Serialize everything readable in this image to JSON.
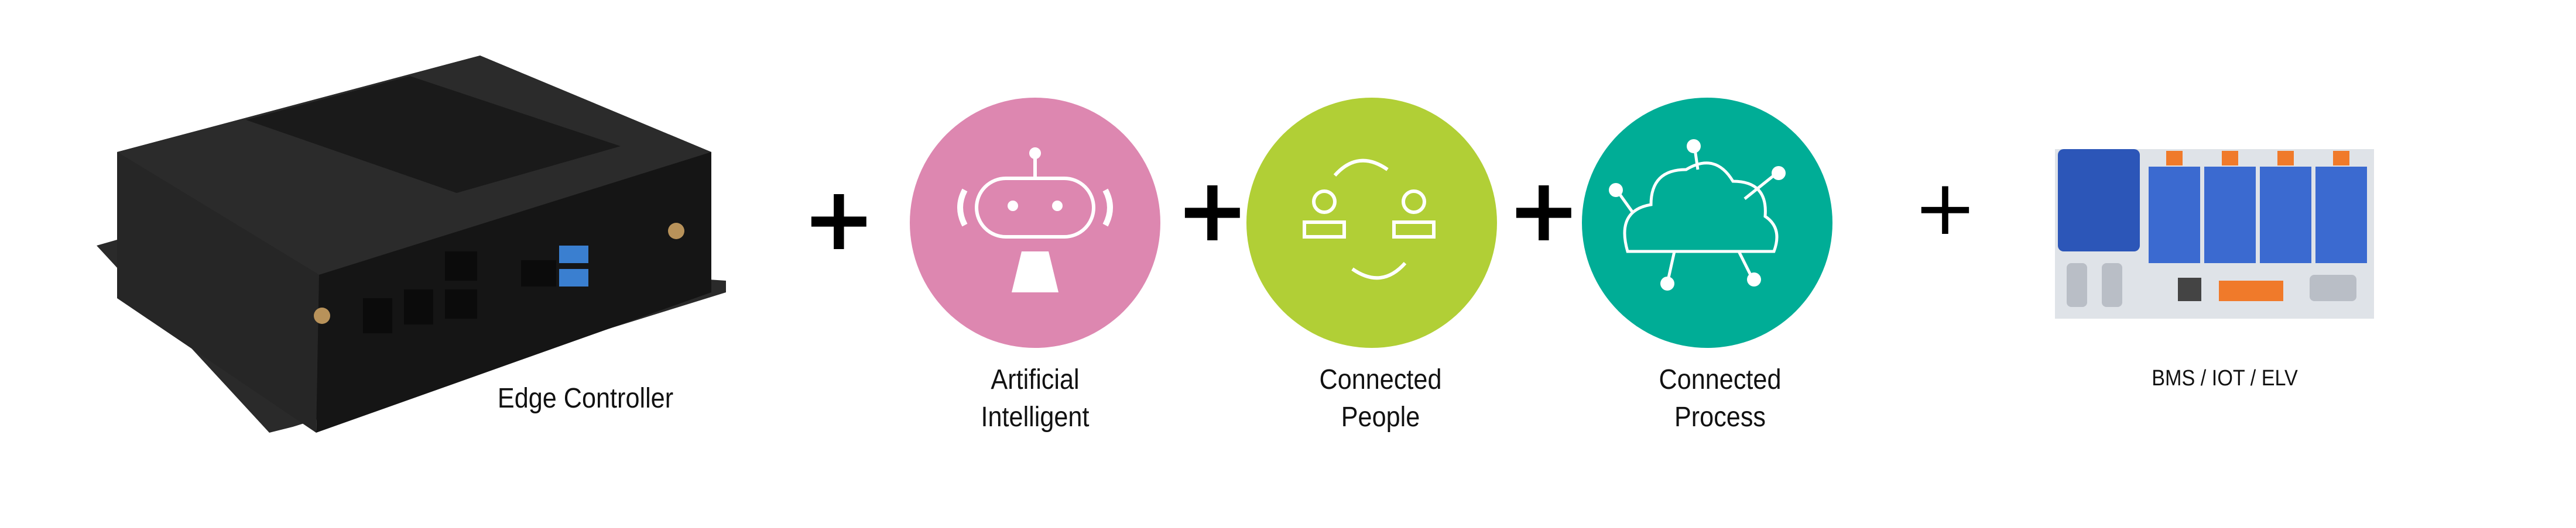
{
  "colors": {
    "ai_circle": "#dd87b0",
    "people_circle": "#b1cf36",
    "process_circle": "#00ad96",
    "device_body": "#1e1e1e",
    "plc_blue": "#2c56b8",
    "plc_orange": "#f07a2a"
  },
  "items": [
    {
      "label": "Edge Controller",
      "icon": "edge-controller-device"
    },
    {
      "label_line1": "Artificial",
      "label_line2": "Intelligent",
      "icon": "robot-icon"
    },
    {
      "label_line1": "Connected",
      "label_line2": "People",
      "icon": "people-exchange-icon"
    },
    {
      "label_line1": "Connected",
      "label_line2": "Process",
      "icon": "cloud-network-icon"
    },
    {
      "label": "BMS / IOT / ELV",
      "icon": "plc-controller-device"
    }
  ],
  "operator": "+"
}
